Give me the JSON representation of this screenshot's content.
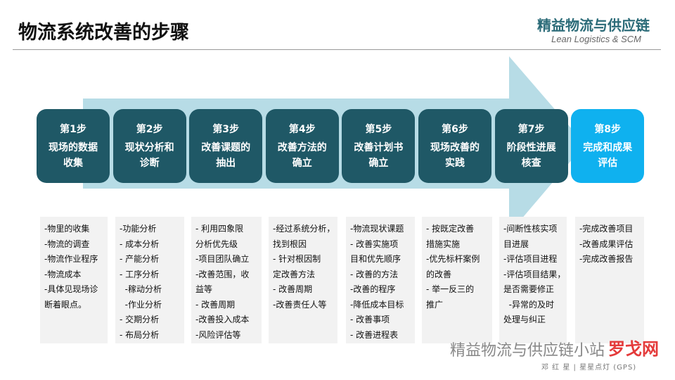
{
  "title": "物流系统改善的步骤",
  "logo": {
    "cn": "精益物流与供应链",
    "en": "Lean Logistics & SCM"
  },
  "steps": [
    {
      "num": "第1步",
      "name": "现场的数据收集",
      "lines": [
        "-物里的收集",
        "-物流的调查",
        "-物流作业程序",
        "-物流成本",
        "-具体见现场诊",
        "断着眼点。"
      ]
    },
    {
      "num": "第2步",
      "name": "现状分析和诊断",
      "lines": [
        "-功能分析",
        "- 成本分析",
        "- 产能分析",
        "- 工序分析",
        "  -稼动分析",
        "  -作业分析",
        "- 交期分析",
        "- 布局分析"
      ]
    },
    {
      "num": "第3步",
      "name": "改善课题的抽出",
      "lines": [
        "- 利用四象限",
        "分析优先级",
        "-项目团队确立",
        "-改善范围，收",
        "益等",
        "- 改善周期",
        "-改善投入成本",
        "-风险评估等"
      ]
    },
    {
      "num": "第4步",
      "name": "改善方法的确立",
      "lines": [
        "-经过系统分析，",
        "找到根因",
        "- 针对根因制",
        "定改善方法",
        "- 改善周期",
        "-改善责任人等"
      ]
    },
    {
      "num": "第5步",
      "name": "改善计划书确立",
      "lines": [
        "-物流现状课题",
        "- 改善实施项",
        "目和优先顺序",
        "- 改善的方法",
        "-改善的程序",
        "-降低成本目标",
        "- 改善事项",
        "- 改善进程表"
      ]
    },
    {
      "num": "第6步",
      "name": "现场改善的实践",
      "lines": [
        "- 按既定改善",
        "措施实施",
        "-优先标杆案例",
        "的改善",
        "- 举一反三的",
        "推广"
      ]
    },
    {
      "num": "第7步",
      "name": "阶段性进展核查",
      "lines": [
        "-间断性核实项",
        "目进展",
        "-评估项目进程",
        "-评估项目结果，",
        "是否需要修正",
        "  -异常的及时",
        "处理与纠正"
      ]
    },
    {
      "num": "第8步",
      "name": "完成和成果评估",
      "lines": [
        "-完成改善项目",
        "-改善成果评估",
        "-完成改善报告"
      ]
    }
  ],
  "step_names_split": [
    [
      "现场的数据",
      "收集"
    ],
    [
      "现状分析和",
      "诊断"
    ],
    [
      "改善课题的",
      "抽出"
    ],
    [
      "改善方法的",
      "确立"
    ],
    [
      "改善计划书",
      "确立"
    ],
    [
      "现场改善的",
      "实践"
    ],
    [
      "阶段性进展",
      "核查"
    ],
    [
      "完成和成果",
      "评估"
    ]
  ],
  "watermark": {
    "main": "精益物流与供应链小站",
    "sub": "邓 红 星 | 星星点灯 (GPS)",
    "brand": "罗戈网"
  },
  "colors": {
    "step": "#1f5866",
    "last": "#0fb1ef",
    "arrow": "#b7dce6"
  }
}
